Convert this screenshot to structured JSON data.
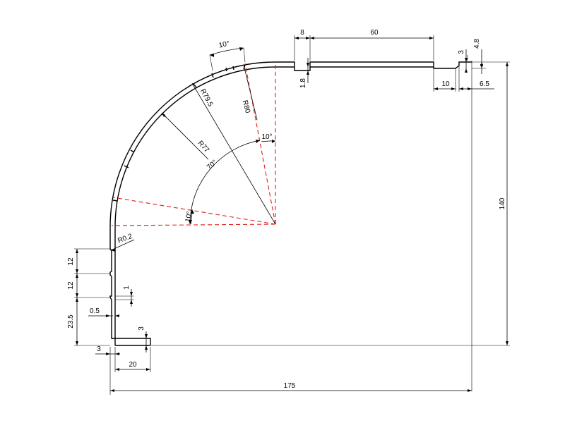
{
  "drawing": {
    "labels": {
      "top_8": "8",
      "top_60": "60",
      "top_3": "3",
      "top_4_8": "4.8",
      "right_10": "10",
      "right_6_5": "6.5",
      "notch_1_8": "1.8",
      "angle_10_top": "10°",
      "r79_5": "R79.5",
      "r80": "R80",
      "r77": "R77",
      "angle_70": "70°",
      "angle_10_mid": "10°",
      "angle_10_left": "10°",
      "r0_2": "R0.2",
      "left_12_a": "12",
      "left_12_b": "12",
      "left_1": "1",
      "left_0_5": "0.5",
      "left_23_5": "23.5",
      "bottom_3_v": "3",
      "bottom_3_h": "3",
      "bottom_20": "20",
      "overall_175": "175",
      "overall_140": "140"
    },
    "colors": {
      "line": "#000000",
      "centerline": "#e02020",
      "background": "#ffffff"
    }
  }
}
